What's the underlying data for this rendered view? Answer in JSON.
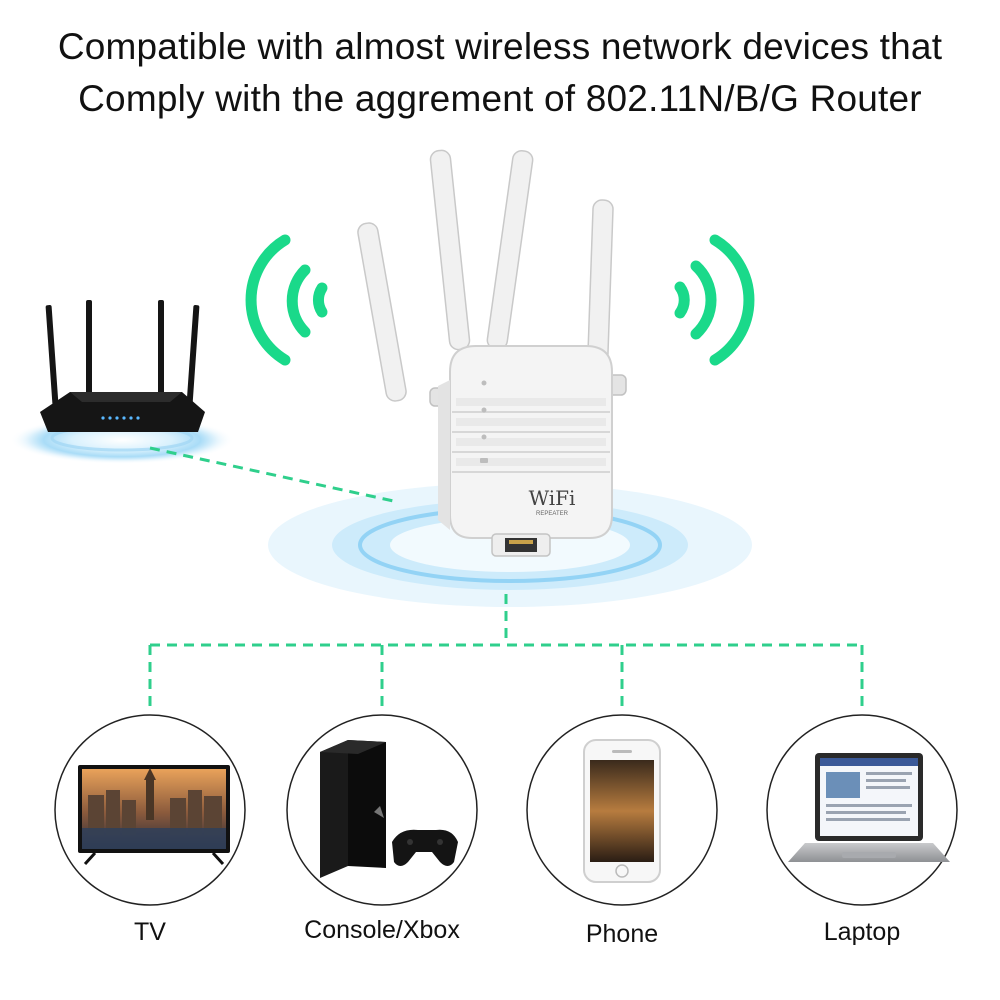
{
  "headline": {
    "line1": "Compatible with almost wireless network devices that",
    "line2": "Comply with the aggrement of 802.11N/B/G Router"
  },
  "repeater": {
    "logo_text": "WiFi",
    "logo_subtext": "REPEATER"
  },
  "devices": [
    {
      "label": "TV"
    },
    {
      "label": "Console/Xbox"
    },
    {
      "label": "Phone"
    },
    {
      "label": "Laptop"
    }
  ],
  "colors": {
    "signal_green": "#1ad98a",
    "link_dash": "#2fcf8c",
    "halo_blue": "#bfe6fb",
    "router_black": "#151515",
    "repeater_white": "#f4f4f4"
  }
}
